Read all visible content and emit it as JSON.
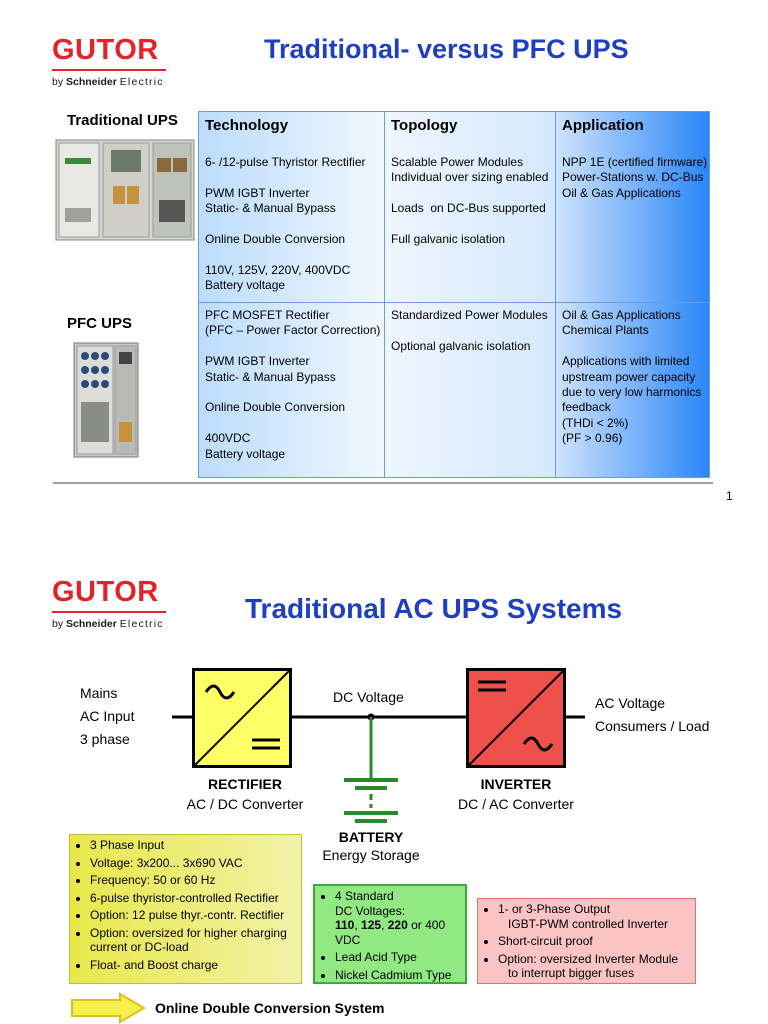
{
  "slide1": {
    "logo": {
      "word": "GUTOR",
      "by": "by",
      "brand": "Schneider",
      "sub": "Electric"
    },
    "title": "Traditional- versus PFC UPS",
    "label_traditional": "Traditional UPS",
    "label_pfc": "PFC UPS",
    "table": {
      "headers": [
        "Technology",
        "Topology",
        "Application"
      ],
      "rows": [
        {
          "technology": "6- /12-pulse Thyristor Rectifier\n\nPWM IGBT Inverter\nStatic- & Manual Bypass\n\nOnline Double Conversion\n\n110V, 125V, 220V, 400VDC\nBattery voltage",
          "topology": "Scalable Power Modules\nIndividual over sizing enabled\n\nLoads  on DC-Bus supported\n\nFull galvanic isolation",
          "application": "NPP 1E (certified firmware)\nPower-Stations w. DC-Bus\nOil & Gas Applications"
        },
        {
          "technology": "PFC MOSFET Rectifier\n(PFC – Power Factor Correction)\n\nPWM IGBT Inverter\nStatic- & Manual Bypass\n\nOnline Double Conversion\n\n400VDC\nBattery voltage",
          "topology": "Standardized Power Modules\n\nOptional galvanic isolation",
          "application": "Oil & Gas Applications\nChemical Plants\n\nApplications with limited\nupstream power capacity\ndue to very low harmonics\nfeedback\n(THDi < 2%)\n(PF > 0.96)"
        }
      ]
    },
    "page_number": "1"
  },
  "slide2": {
    "logo": {
      "word": "GUTOR",
      "by": "by",
      "brand": "Schneider",
      "sub": "Electric"
    },
    "title": "Traditional AC UPS Systems",
    "input": [
      "Mains",
      "AC Input",
      "3 phase"
    ],
    "dc_voltage": "DC Voltage",
    "output": [
      "AC Voltage",
      "Consumers / Load"
    ],
    "rectifier": {
      "name": "RECTIFIER",
      "desc": "AC / DC Converter"
    },
    "inverter": {
      "name": "INVERTER",
      "desc": "DC / AC Converter"
    },
    "battery": {
      "name": "BATTERY",
      "desc": "Energy Storage"
    },
    "rectifier_box": [
      "3 Phase Input",
      "Voltage: 3x200... 3x690 VAC",
      "Frequency: 50 or 60 Hz",
      "6-pulse thyristor-controlled Rectifier",
      "Option: 12 pulse thyr.-contr. Rectifier",
      "Option: oversized for higher charging current or DC-load",
      "Float- and Boost charge"
    ],
    "battery_box": {
      "line1": "4 Standard",
      "line2": "DC Voltages:",
      "v1": "110",
      "sep1": ", ",
      "v2": "125",
      "sep2": ", ",
      "v3": "220",
      "tail": " or 400",
      "line4": "VDC",
      "items": [
        "Lead Acid Type",
        "Nickel Cadmium Type"
      ]
    },
    "inverter_box": [
      "1- or 3-Phase Output\n   IGBT-PWM controlled Inverter",
      "Short-circuit proof",
      "Option: oversized Inverter Module\n   to interrupt bigger fuses"
    ],
    "footer": "Online Double Conversion System",
    "colors": {
      "title": "#1f3fbf",
      "rectifier": "#ffff66",
      "inverter": "#f0504a",
      "battery": "#2a8a2a",
      "logo": "#e2232a"
    }
  }
}
